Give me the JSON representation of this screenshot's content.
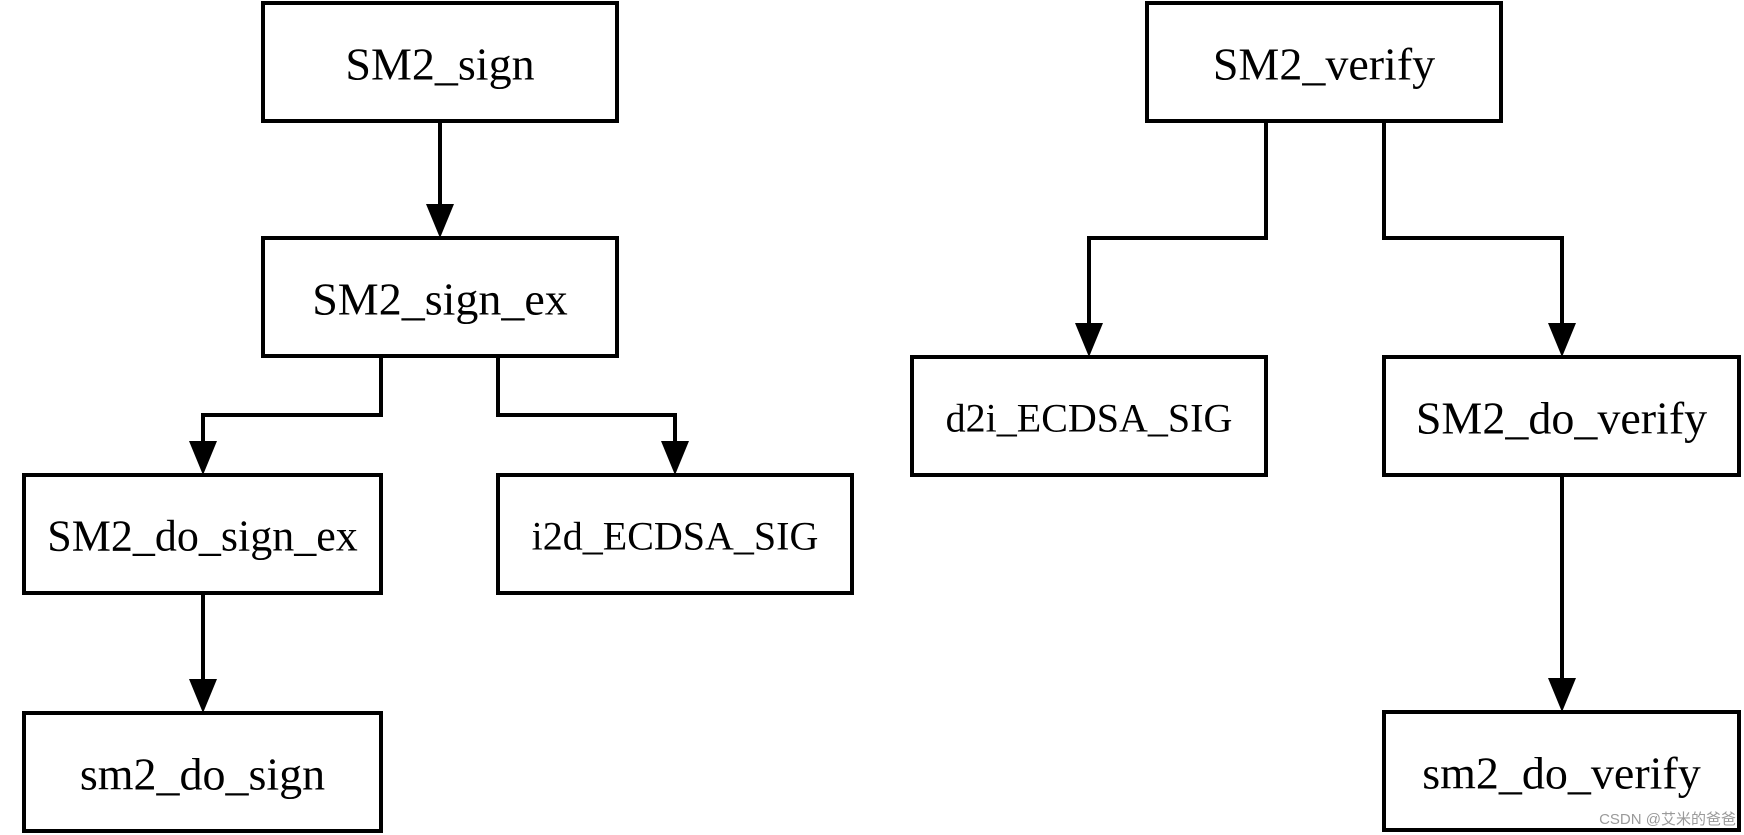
{
  "diagram": {
    "nodes": [
      {
        "id": "sm2-sign",
        "label": "SM2_sign"
      },
      {
        "id": "sm2-sign-ex",
        "label": "SM2_sign_ex"
      },
      {
        "id": "sm2-do-sign-ex",
        "label": "SM2_do_sign_ex"
      },
      {
        "id": "i2d-ecdsa-sig",
        "label": "i2d_ECDSA_SIG"
      },
      {
        "id": "sm2-do-sign-lower",
        "label": "sm2_do_sign"
      },
      {
        "id": "sm2-verify",
        "label": "SM2_verify"
      },
      {
        "id": "d2i-ecdsa-sig",
        "label": "d2i_ECDSA_SIG"
      },
      {
        "id": "sm2-do-verify",
        "label": "SM2_do_verify"
      },
      {
        "id": "sm2-do-verify-lower",
        "label": "sm2_do_verify"
      }
    ],
    "edges": [
      {
        "from": "sm2-sign",
        "to": "sm2-sign-ex"
      },
      {
        "from": "sm2-sign-ex",
        "to": "sm2-do-sign-ex"
      },
      {
        "from": "sm2-sign-ex",
        "to": "i2d-ecdsa-sig"
      },
      {
        "from": "sm2-do-sign-ex",
        "to": "sm2-do-sign-lower"
      },
      {
        "from": "sm2-verify",
        "to": "d2i-ecdsa-sig"
      },
      {
        "from": "sm2-verify",
        "to": "sm2-do-verify"
      },
      {
        "from": "sm2-do-verify",
        "to": "sm2-do-verify-lower"
      }
    ]
  },
  "watermark": "CSDN @艾米的爸爸"
}
